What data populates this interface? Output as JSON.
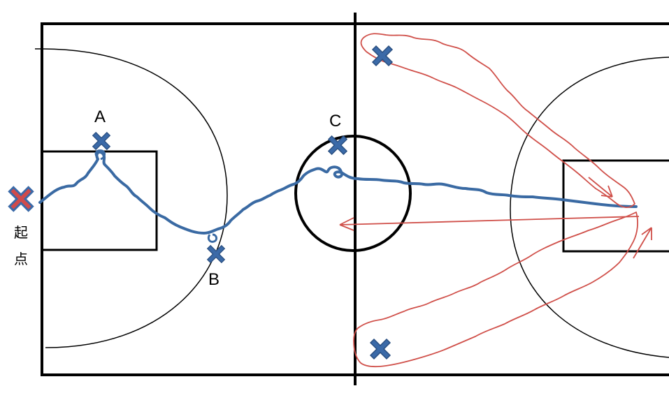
{
  "colors": {
    "court_line": "#000000",
    "dribble_path": "#3a6aa3",
    "pass_path": "#d0504a",
    "marker_blue": "#3b6aa8",
    "marker_red": "#d04b4b"
  },
  "labels": {
    "point_a": "A",
    "point_b": "B",
    "point_c": "C",
    "start_char_1": "起",
    "start_char_2": "点"
  },
  "markers": [
    {
      "id": "start",
      "color": "red",
      "label": "起点"
    },
    {
      "id": "A",
      "color": "blue",
      "label": "A"
    },
    {
      "id": "B",
      "color": "blue",
      "label": "B"
    },
    {
      "id": "C",
      "color": "blue",
      "label": "C"
    },
    {
      "id": "top-right",
      "color": "blue",
      "label": ""
    },
    {
      "id": "bottom-right",
      "color": "blue",
      "label": ""
    }
  ]
}
